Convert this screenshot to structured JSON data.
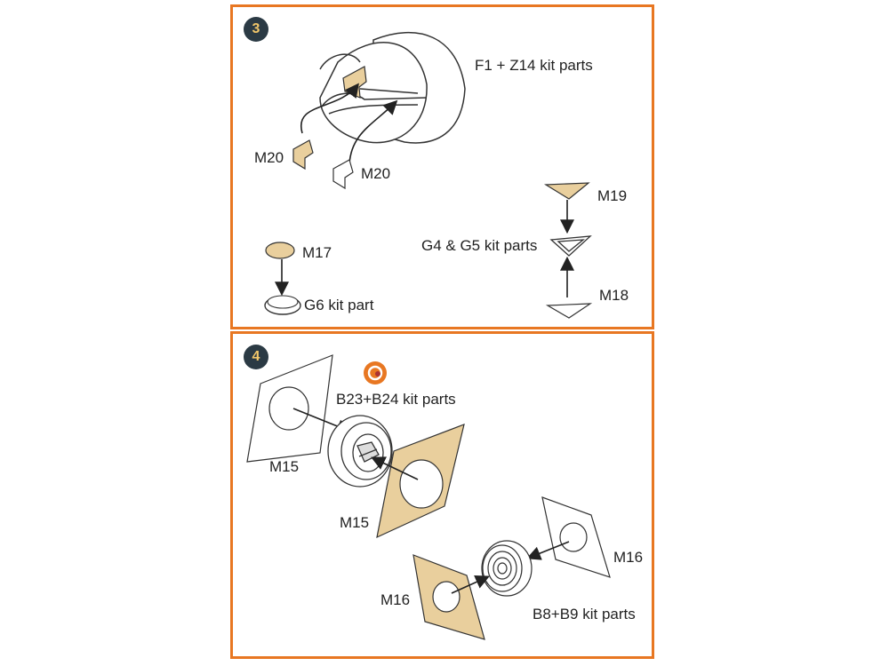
{
  "step3": {
    "number": "3",
    "labels": {
      "kit_f1_z14": "F1 + Z14 kit parts",
      "m20_a": "M20",
      "m20_b": "M20",
      "m19": "M19",
      "kit_g4_g5": "G4 & G5 kit parts",
      "m18": "M18",
      "m17": "M17",
      "kit_g6": "G6 kit part"
    }
  },
  "step4": {
    "number": "4",
    "labels": {
      "kit_b23_b24": "B23+B24 kit parts",
      "m15_a": "M15",
      "m15_b": "M15",
      "m16_a": "M16",
      "m16_b": "M16",
      "kit_b8_b9": "B8+B9 kit parts"
    }
  },
  "icons": [
    "glue-icon"
  ],
  "colors": {
    "frame": "#e87722",
    "badge_bg": "#2b3a44",
    "badge_text": "#f2c76a",
    "photoetch": "#e9cf9d",
    "paper": "#ffffff",
    "line": "#333333"
  }
}
